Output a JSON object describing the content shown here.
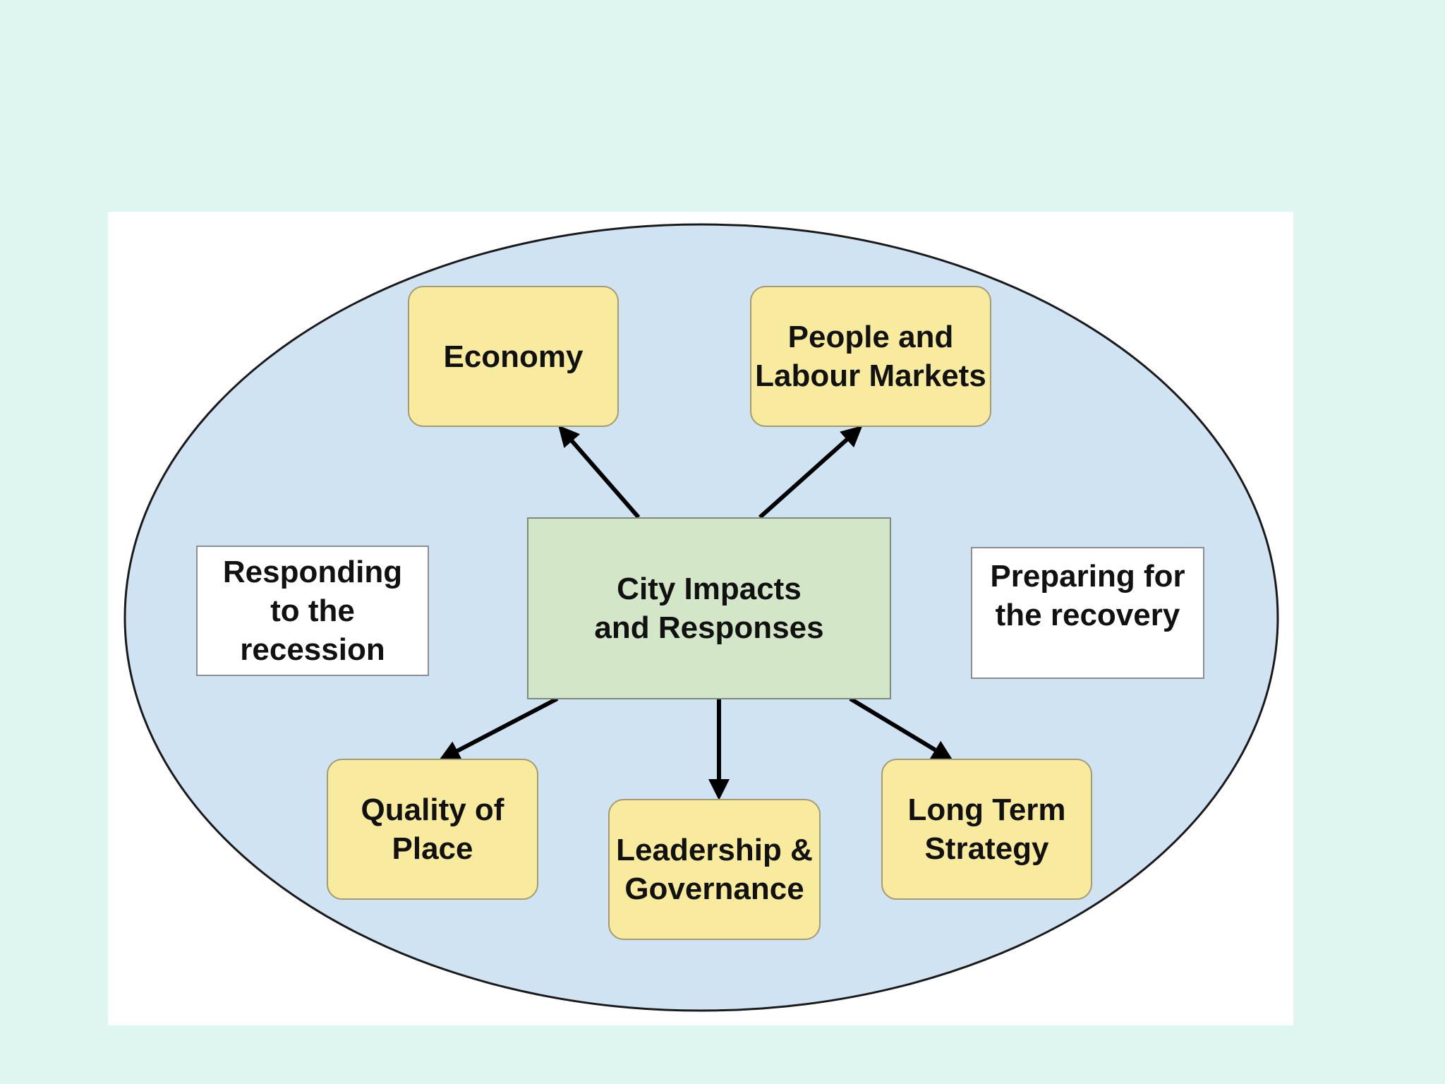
{
  "diagram": {
    "center": {
      "label": "City Impacts\nand Responses"
    },
    "nodes": {
      "economy": "Economy",
      "people_labour": "People and\nLabour Markets",
      "quality_of_place": "Quality of\nPlace",
      "leadership_governance": "Leadership &\nGovernance",
      "long_term_strategy": "Long Term\nStrategy"
    },
    "side_notes": {
      "left": "Responding\nto the\nrecession",
      "right": "Preparing for\nthe recovery"
    },
    "colors": {
      "background": "#dff5ef",
      "ellipse_fill": "#cfe3f3",
      "theme_box": "#f8eb9e",
      "center_box": "#d3e6c8",
      "arrow": "#000000"
    }
  }
}
